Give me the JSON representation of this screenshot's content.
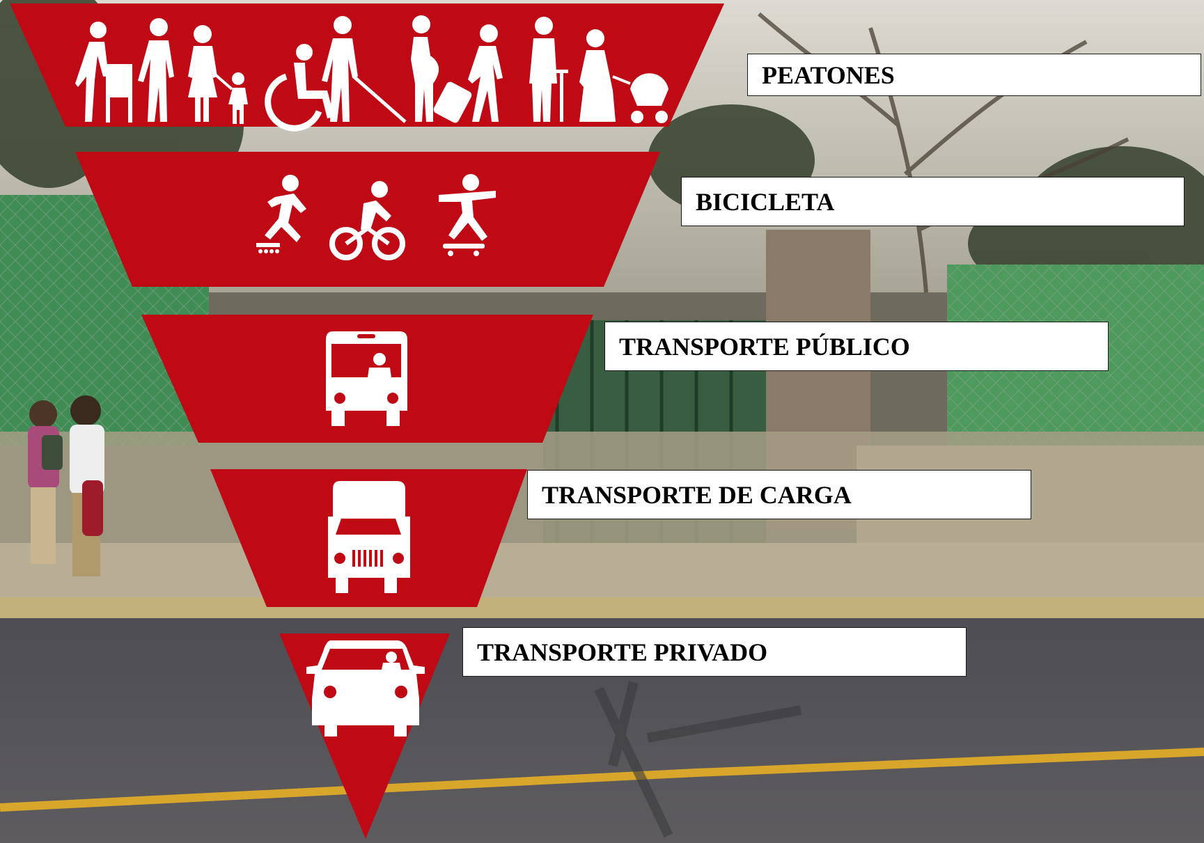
{
  "colors": {
    "tier_red": "#bf0a16",
    "icon_white": "#ffffff",
    "label_background": "#ffffff",
    "label_text": "#000000",
    "sky": "#c9c7bd",
    "wall_green": "#3f8d55",
    "road": "#55555a",
    "road_line": "#d8a62a",
    "curb": "#c2b07a"
  },
  "pyramid": {
    "tiers": [
      {
        "label": "PEATONES",
        "icons": [
          "walker-elderly-icon",
          "couple-walking-icon",
          "woman-with-child-icon",
          "wheelchair-user-icon",
          "blind-person-cane-icon",
          "pregnant-woman-icon",
          "traveler-suitcase-icon",
          "person-crutch-icon",
          "woman-stroller-icon"
        ]
      },
      {
        "label": "BICICLETA",
        "icons": [
          "roller-skater-icon",
          "cyclist-icon",
          "skateboarder-icon"
        ]
      },
      {
        "label": "TRANSPORTE PÚBLICO",
        "icons": [
          "bus-icon"
        ]
      },
      {
        "label": "TRANSPORTE DE CARGA",
        "icons": [
          "truck-icon"
        ]
      },
      {
        "label": "TRANSPORTE PRIVADO",
        "icons": [
          "car-icon"
        ]
      }
    ]
  }
}
